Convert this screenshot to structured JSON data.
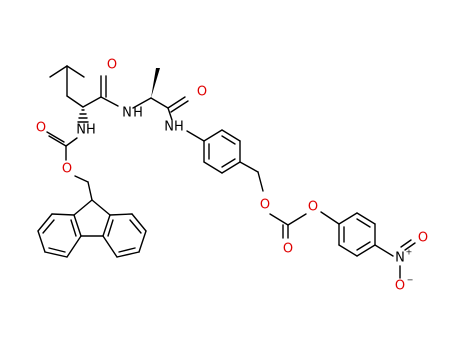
{
  "structure": {
    "atom_labels": {
      "val_nh": "NH",
      "val_amide_o": "O",
      "ala_n": "N",
      "ala_n_h": "H",
      "ala_amide_o": "O",
      "anilide_nh": "NH",
      "fmoc_carbamate_o": "O",
      "fmoc_ester_o": "O",
      "benzyl_o": "O",
      "carbonate_o": "O",
      "carbonate_aryl_o": "O",
      "nitro_n": "N",
      "nitro_o_top": "O",
      "nitro_o_bottom": "O"
    },
    "charges": {
      "nitro_n": "+",
      "nitro_o_bottom": "−"
    },
    "colors": {
      "bond": "#000000",
      "oxygen": "#e00000",
      "nitrogen": "#000000"
    }
  }
}
